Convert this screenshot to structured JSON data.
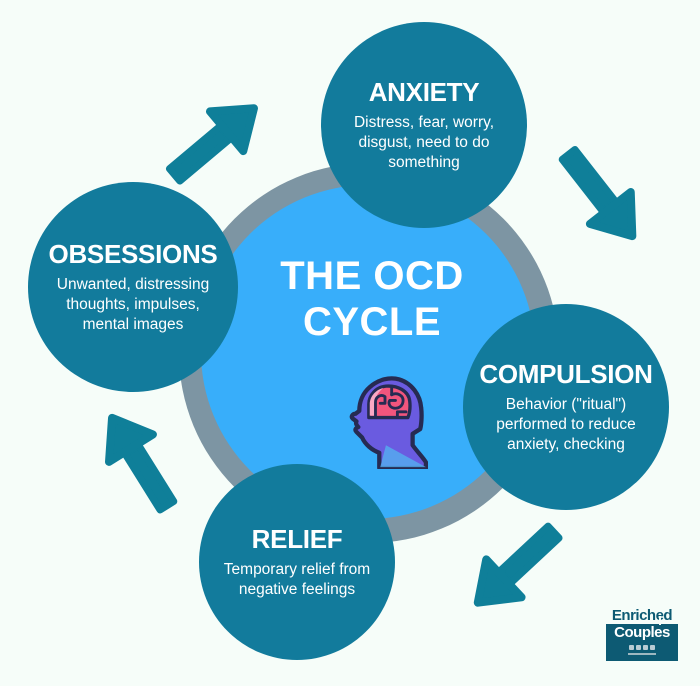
{
  "diagram": {
    "center": {
      "title_lines": [
        "THE OCD",
        "CYCLE"
      ],
      "icon": "head-with-brain",
      "circle_color": "#38aefa",
      "ring_color": "#7d95a3"
    },
    "nodes": {
      "anxiety": {
        "label": "ANXIETY",
        "desc_lines": [
          "Distress, fear, worry,",
          "disgust, need to do",
          "something"
        ]
      },
      "obsessions": {
        "label": "OBSESSIONS",
        "desc_lines": [
          "Unwanted, distressing",
          "thoughts, impulses,",
          "mental images"
        ]
      },
      "compulsion": {
        "label": "COMPULSION",
        "desc_lines": [
          "Behavior (\"ritual\")",
          "performed to reduce",
          "anxiety, checking"
        ]
      },
      "relief": {
        "label": "RELIEF",
        "desc_lines": [
          "Temporary relief from",
          "negative feelings"
        ]
      }
    },
    "node_color": "#127b9c",
    "arrow_color": "#0f7f99",
    "arrows": [
      {
        "name": "obsessions-to-anxiety",
        "direction": "up-right"
      },
      {
        "name": "anxiety-to-compulsion",
        "direction": "down-right"
      },
      {
        "name": "compulsion-to-relief",
        "direction": "down-left"
      },
      {
        "name": "relief-to-obsessions",
        "direction": "up-left"
      }
    ],
    "logo": {
      "line1": "Enriched",
      "line2": "Couples",
      "color": "#0d5a73"
    },
    "background_color": "#f6fdf9"
  }
}
